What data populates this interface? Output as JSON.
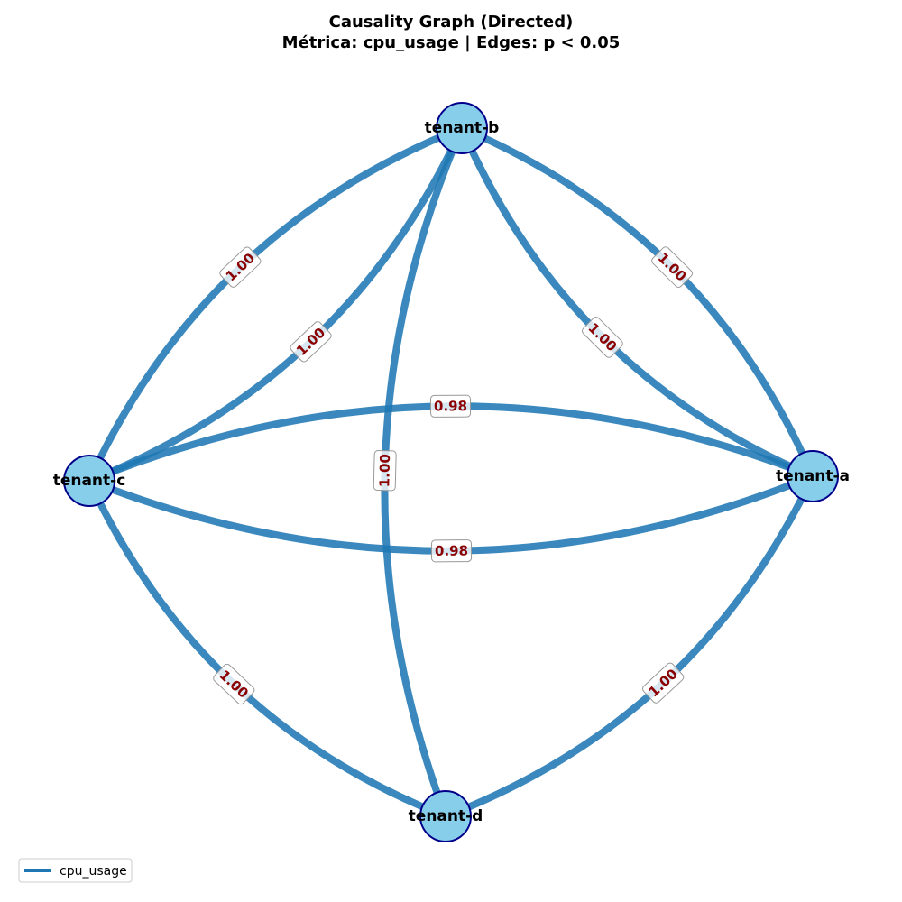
{
  "title": {
    "line1": "Causality Graph (Directed)",
    "line2": "Métrica: cpu_usage | Edges: p < 0.05"
  },
  "colors": {
    "edge": "#1f77b4",
    "node_fill": "#87ceeb",
    "node_stroke": "#00008b",
    "edge_label_text": "#8b0000",
    "edge_label_border": "#999999"
  },
  "nodes": [
    {
      "id": "tenant-a",
      "label": "tenant-a"
    },
    {
      "id": "tenant-b",
      "label": "tenant-b"
    },
    {
      "id": "tenant-c",
      "label": "tenant-c"
    },
    {
      "id": "tenant-d",
      "label": "tenant-d"
    }
  ],
  "edges": [
    {
      "source": "tenant-c",
      "target": "tenant-b",
      "weight": "1.00"
    },
    {
      "source": "tenant-b",
      "target": "tenant-c",
      "weight": "1.00"
    },
    {
      "source": "tenant-a",
      "target": "tenant-b",
      "weight": "1.00"
    },
    {
      "source": "tenant-b",
      "target": "tenant-a",
      "weight": "1.00"
    },
    {
      "source": "tenant-c",
      "target": "tenant-a",
      "weight": "0.98"
    },
    {
      "source": "tenant-a",
      "target": "tenant-c",
      "weight": "0.98"
    },
    {
      "source": "tenant-b",
      "target": "tenant-d",
      "weight": "1.00"
    },
    {
      "source": "tenant-c",
      "target": "tenant-d",
      "weight": "1.00"
    },
    {
      "source": "tenant-d",
      "target": "tenant-a",
      "weight": "1.00"
    }
  ],
  "legend": {
    "placement": "bottom-left",
    "entries": [
      {
        "label": "cpu_usage"
      }
    ]
  }
}
